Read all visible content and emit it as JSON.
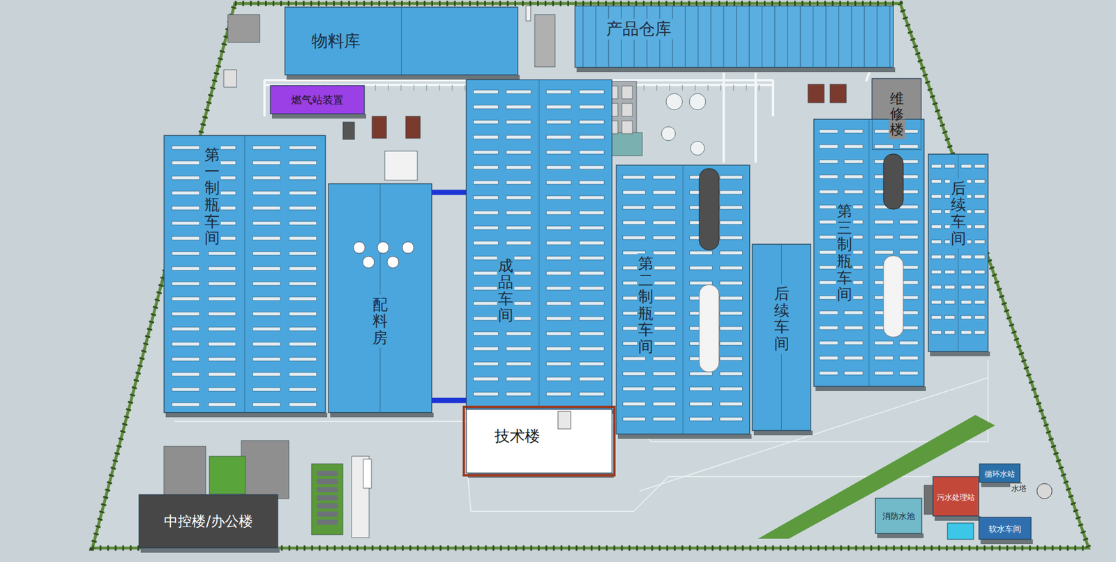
{
  "diagram": {
    "nodes": [
      {
        "text": [
          "物料库"
        ]
      },
      {
        "text": [
          "产品仓库"
        ]
      },
      {
        "text": [
          "燃气站装置"
        ]
      },
      {
        "text": [
          "维修楼"
        ]
      },
      {
        "text": [
          "第一制瓶车间"
        ]
      },
      {
        "text": [
          "配料房"
        ]
      },
      {
        "text": [
          "成品车间"
        ]
      },
      {
        "text": [
          "技术楼"
        ]
      },
      {
        "text": [
          "第二制瓶车间"
        ]
      },
      {
        "text": [
          "后续车间"
        ]
      },
      {
        "text": [
          "第三制瓶车间"
        ]
      },
      {
        "text": [
          "后续车间"
        ]
      },
      {
        "text": [
          "中控楼/办公楼"
        ]
      },
      {
        "text": [
          "消防水池"
        ]
      },
      {
        "text": [
          "污水处理站"
        ]
      },
      {
        "text": [
          "循环水站"
        ]
      },
      {
        "text": [
          "软水车间"
        ]
      }
    ],
    "edges": [
      {
        "from": 5,
        "to": 6,
        "arrow": "none"
      },
      {
        "from": 5,
        "to": 6,
        "arrow": "none"
      }
    ],
    "labels": [
      "水塔"
    ]
  }
}
